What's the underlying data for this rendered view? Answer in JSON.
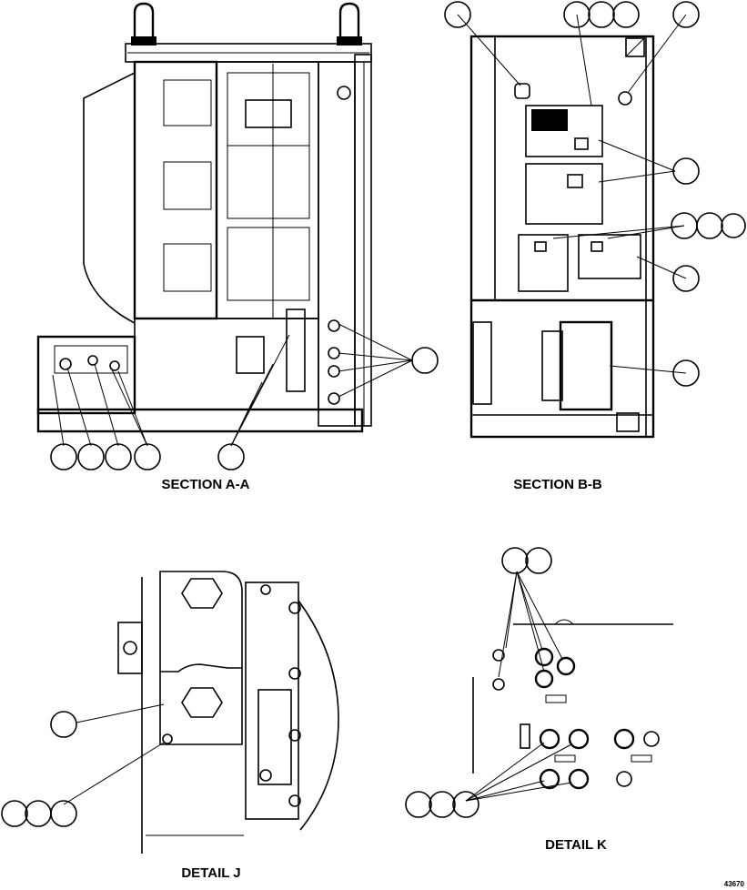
{
  "captions": {
    "section_aa": "SECTION A-A",
    "section_bb": "SECTION B-B",
    "detail_j": "DETAIL J",
    "detail_k": "DETAIL K"
  },
  "document_number": "43670"
}
